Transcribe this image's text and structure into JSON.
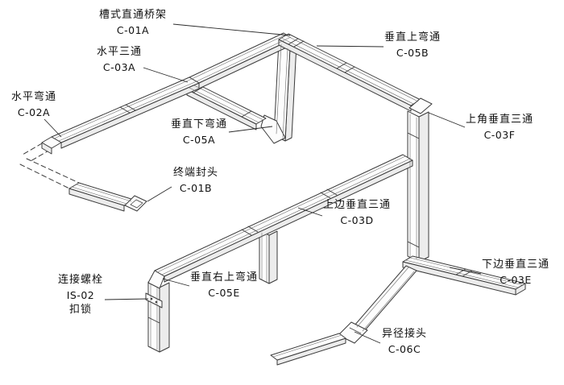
{
  "diagram": {
    "type": "isometric cable-tray parts diagram",
    "parts": [
      {
        "id": "c01a",
        "name": "槽式直通桥架",
        "code": "C-01A"
      },
      {
        "id": "c03a",
        "name": "水平三通",
        "code": "C-03A"
      },
      {
        "id": "c02a",
        "name": "水平弯通",
        "code": "C-02A"
      },
      {
        "id": "c05b",
        "name": "垂直上弯通",
        "code": "C-05B"
      },
      {
        "id": "c05a",
        "name": "垂直下弯通",
        "code": "C-05A"
      },
      {
        "id": "c01b",
        "name": "终端封头",
        "code": "C-01B"
      },
      {
        "id": "c03f",
        "name": "上角垂直三通",
        "code": "C-03F"
      },
      {
        "id": "c03d",
        "name": "上边垂直三通",
        "code": "C-03D"
      },
      {
        "id": "is02",
        "name": "连接螺栓",
        "code": "IS-02",
        "extra": "扣锁"
      },
      {
        "id": "c05e",
        "name": "垂直右上弯通",
        "code": "C-05E"
      },
      {
        "id": "c03e",
        "name": "下边垂直三通",
        "code": "C-03E"
      },
      {
        "id": "c06c",
        "name": "异径接头",
        "code": "C-06C"
      }
    ]
  },
  "colors": {
    "line": "#3a3a3a",
    "tray_fill": "#fdfdfd",
    "wall_fill": "#ececec",
    "text": "#111111",
    "background": "#ffffff"
  }
}
